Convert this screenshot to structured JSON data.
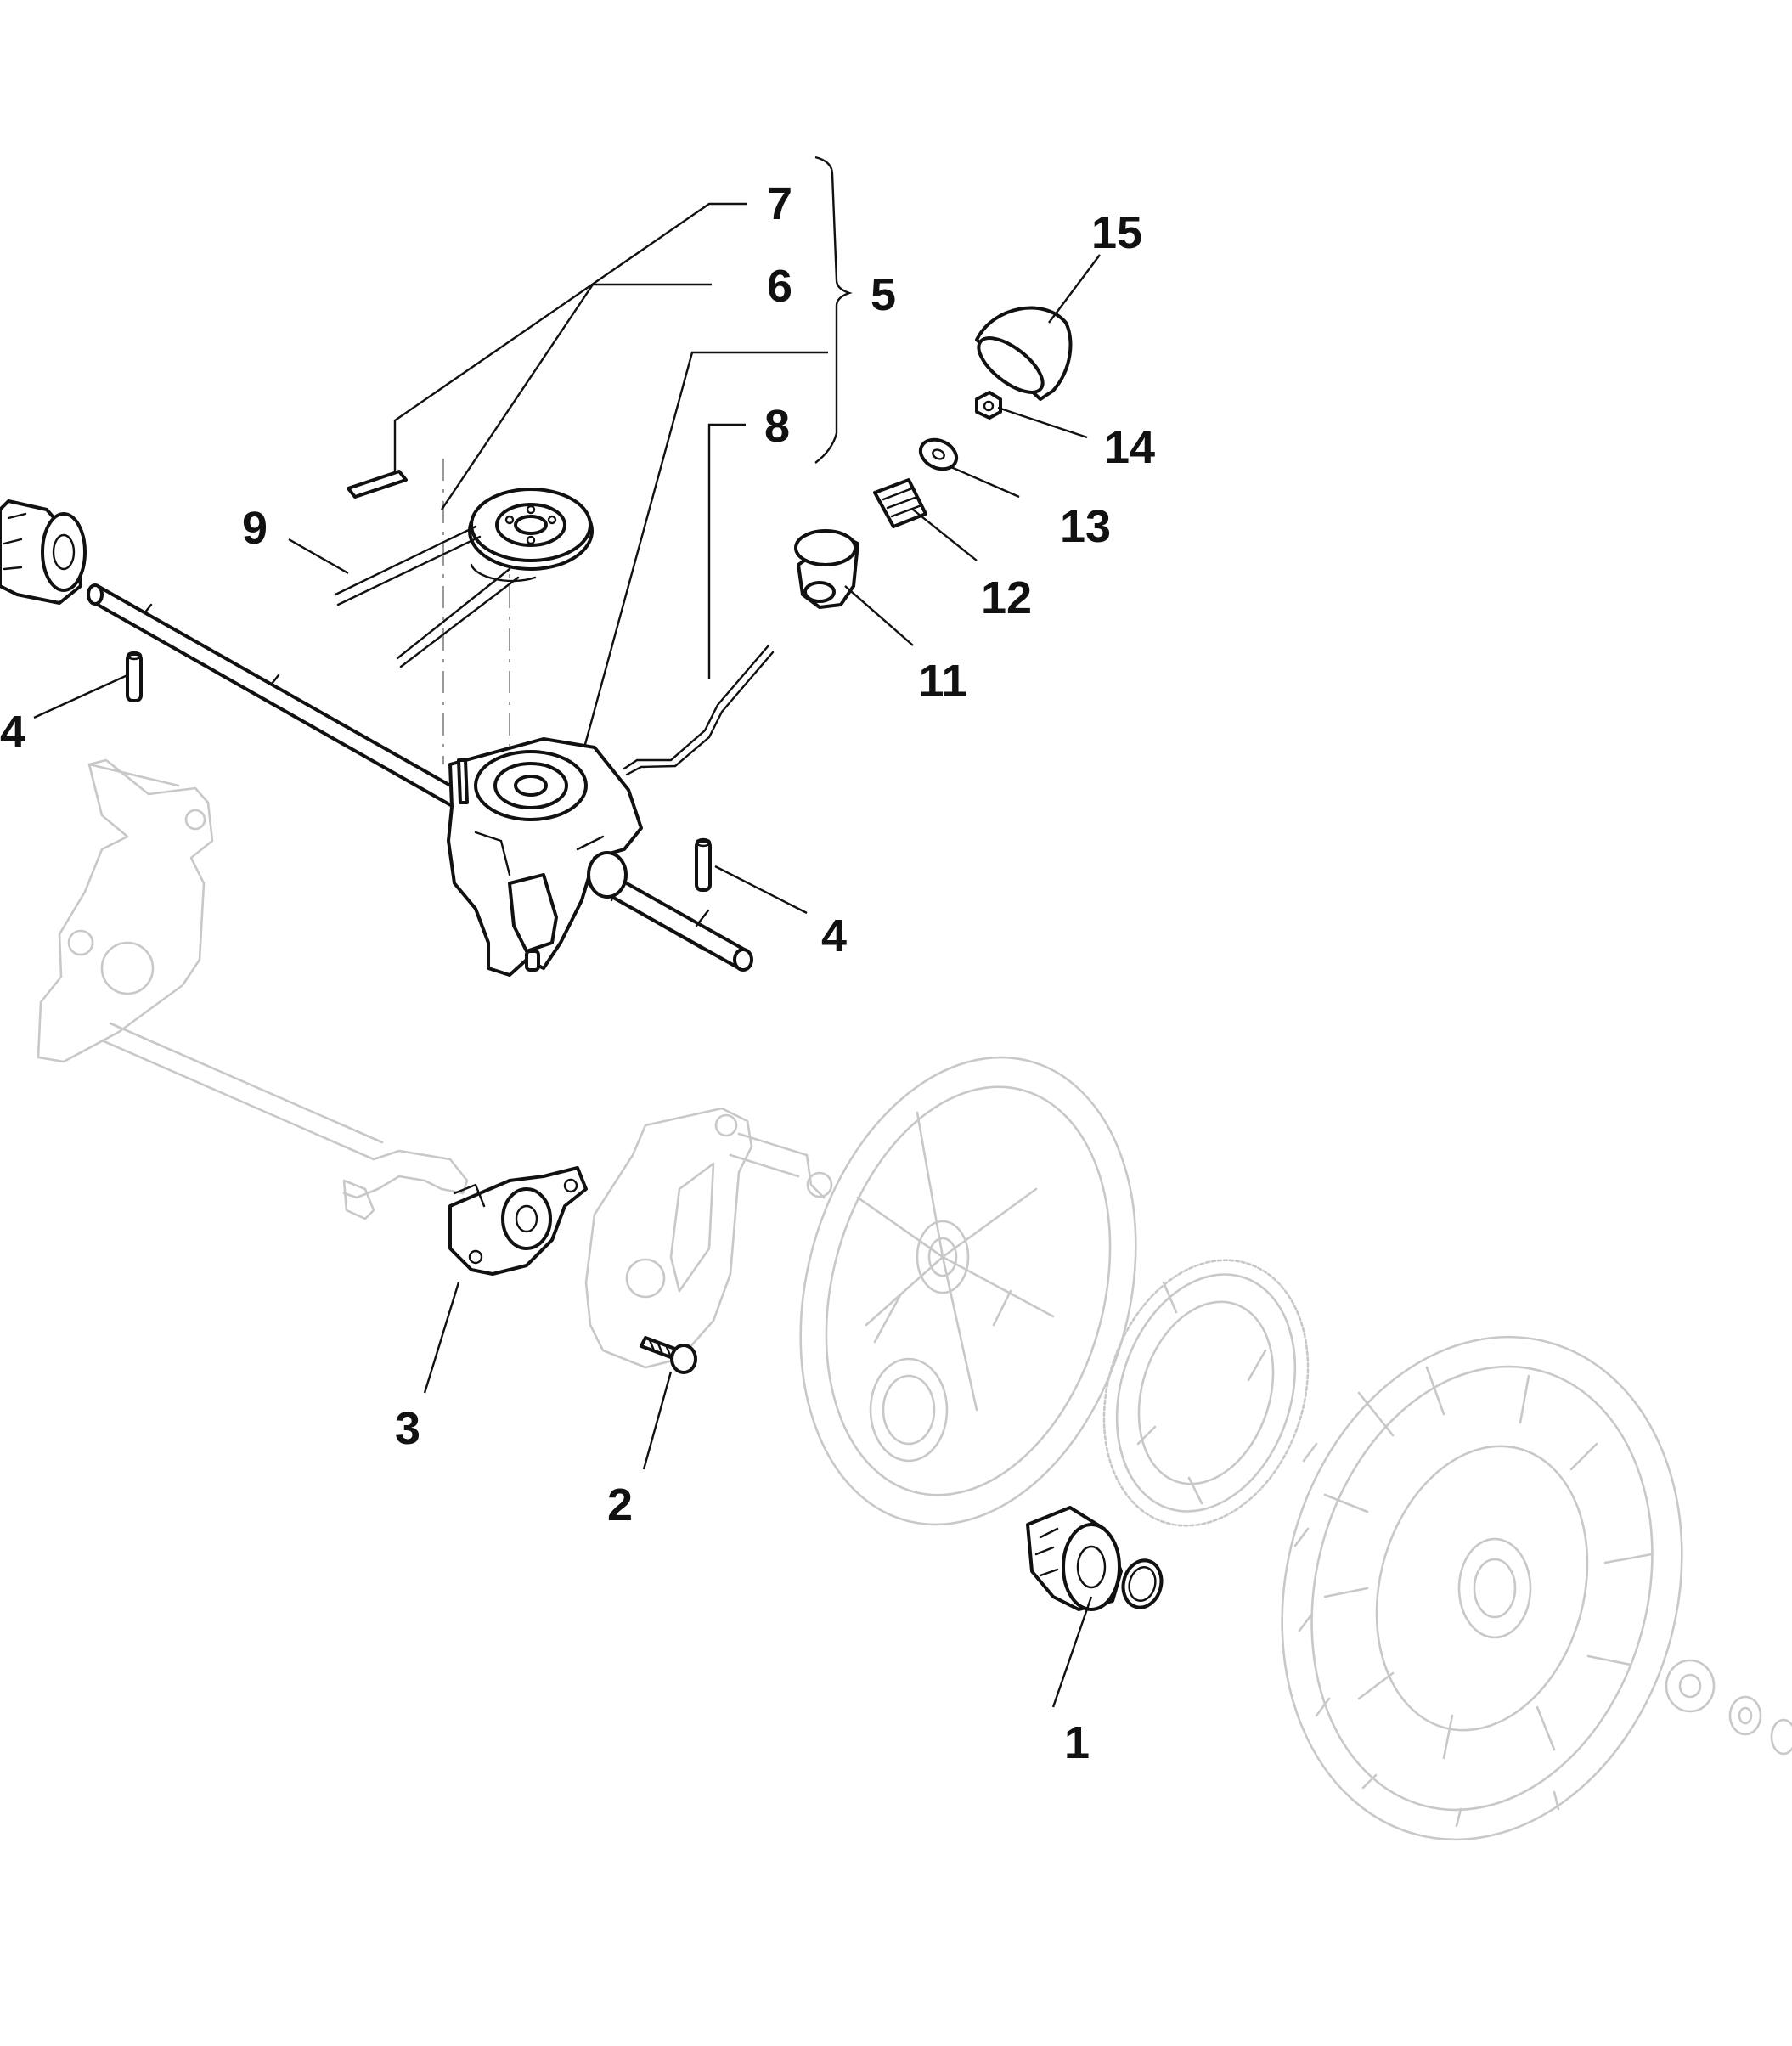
{
  "diagram": {
    "type": "exploded-parts-view",
    "callouts": [
      {
        "id": "c1",
        "label": "1"
      },
      {
        "id": "c2",
        "label": "2"
      },
      {
        "id": "c3",
        "label": "3"
      },
      {
        "id": "c4a",
        "label": "4"
      },
      {
        "id": "c4b",
        "label": "4"
      },
      {
        "id": "c5",
        "label": "5"
      },
      {
        "id": "c6",
        "label": "6"
      },
      {
        "id": "c7",
        "label": "7"
      },
      {
        "id": "c8",
        "label": "8"
      },
      {
        "id": "c9",
        "label": "9"
      },
      {
        "id": "c11",
        "label": "11"
      },
      {
        "id": "c12",
        "label": "12"
      },
      {
        "id": "c13",
        "label": "13"
      },
      {
        "id": "c14",
        "label": "14"
      },
      {
        "id": "c15",
        "label": "15"
      }
    ],
    "colors": {
      "ink": "#111111",
      "ghost": "#c8c8c8",
      "background": "#ffffff"
    }
  }
}
